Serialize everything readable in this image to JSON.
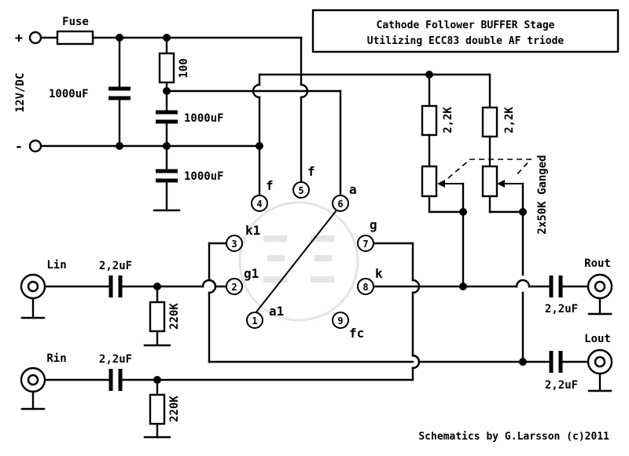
{
  "title": {
    "line1": "Cathode Follower BUFFER Stage",
    "line2": "Utilizing ECC83 double AF triode"
  },
  "credit": "Schematics by G.Larsson (c)2011",
  "supply": {
    "voltage": "12V/DC",
    "plus": "+",
    "minus": "-",
    "fuse": "Fuse"
  },
  "components": {
    "r100": "100",
    "c1": "1000uF",
    "c2": "1000uF",
    "c3": "1000uF",
    "r_load_a": "2,2K",
    "r_load_b": "2,2K",
    "pot": "2x50K Ganged",
    "c_lin": "2,2uF",
    "c_rin": "2,2uF",
    "c_rout": "2,2uF",
    "c_lout": "2,2uF",
    "r_lin": "220K",
    "r_rin": "220K"
  },
  "io": {
    "lin": "Lin",
    "rin": "Rin",
    "rout": "Rout",
    "lout": "Lout"
  },
  "tube": {
    "pins": [
      {
        "num": "1",
        "label": "a1"
      },
      {
        "num": "2",
        "label": "g1"
      },
      {
        "num": "3",
        "label": "k1"
      },
      {
        "num": "4",
        "label": "f"
      },
      {
        "num": "5",
        "label": "f"
      },
      {
        "num": "6",
        "label": "a"
      },
      {
        "num": "7",
        "label": "g"
      },
      {
        "num": "8",
        "label": "k"
      },
      {
        "num": "9",
        "label": "fc"
      }
    ]
  }
}
